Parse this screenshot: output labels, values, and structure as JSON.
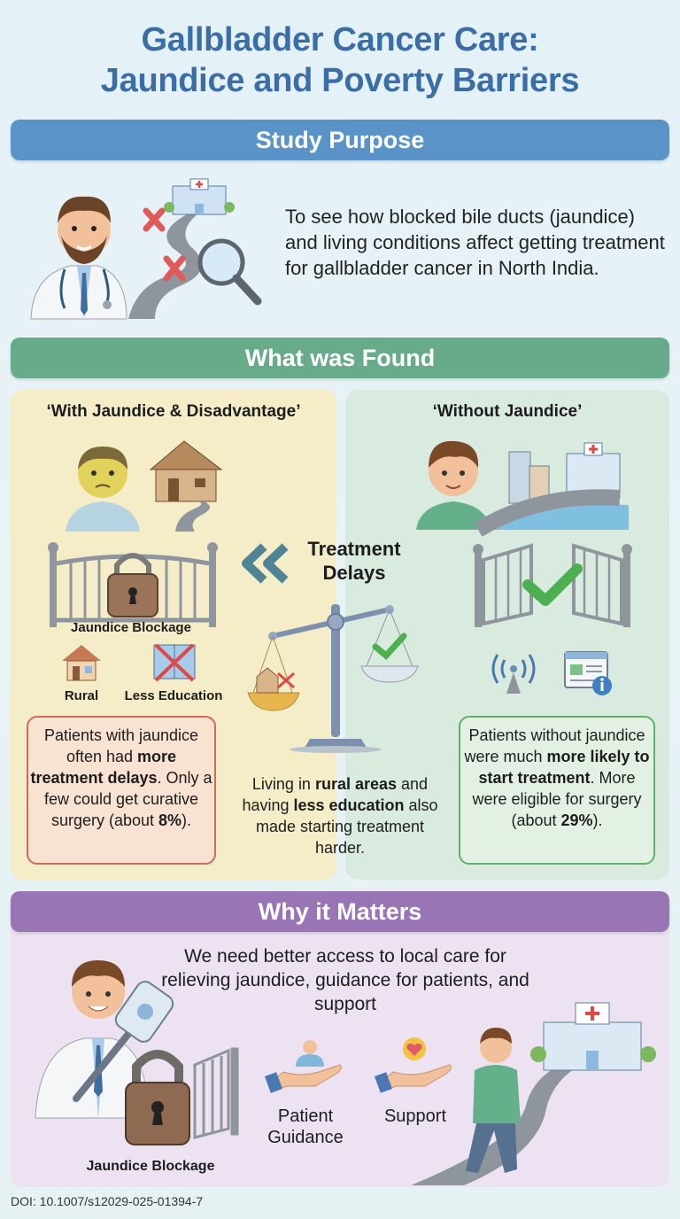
{
  "header": {
    "title_line1": "Gallbladder Cancer Care:",
    "title_line2": "Jaundice and Poverty Barriers"
  },
  "study_purpose": {
    "heading": "Study Purpose",
    "text": "To see how blocked bile ducts (jaundice) and living conditions affect getting treatment for gallbladder cancer in North India.",
    "icons": [
      "doctor-icon",
      "hospital-icon",
      "road-icon",
      "x-mark-icon",
      "magnifying-glass-icon"
    ]
  },
  "found": {
    "heading": "What was Found",
    "left": {
      "title": "‘With Jaundice & Disadvantage’",
      "gate_label": "Jaundice Blockage",
      "factors": [
        "Rural",
        "Less Education"
      ],
      "box": {
        "p1": "Patients with jaundice often had ",
        "b1": "more treatment delays",
        "p2": ". Only a few could get curative surgery (about ",
        "b2": "8%",
        "p3": ")."
      }
    },
    "center": {
      "title_line1": "Treatment",
      "title_line2": "Delays",
      "text": {
        "p1": "Living in ",
        "b1": "rural areas",
        "p2": " and having ",
        "b2": "less education",
        "p3": " also made starting treatment harder."
      }
    },
    "right": {
      "title": "‘Without Jaundice’",
      "box": {
        "p1": "Patients without jaundice were much ",
        "b1": "more likely to start treatment",
        "p2": ". More were eligible for surgery (about ",
        "b2": "29%",
        "p3": ")."
      }
    }
  },
  "why": {
    "heading": "Why it Matters",
    "text": "We need better access to local care for relieving jaundice, guidance for patients, and support",
    "lock_label": "Jaundice Blockage",
    "items": [
      {
        "line1": "Patient",
        "line2": "Guidance"
      },
      {
        "line1": "Support",
        "line2": ""
      }
    ]
  },
  "footer": {
    "doi": "DOI: 10.1007/s12029-025-01394-7"
  },
  "colors": {
    "title": "#3b6ea6",
    "band_blue": "#5a93c8",
    "band_green": "#67ab8a",
    "band_purple": "#9a75b5",
    "left_panel": "#f5ecc8",
    "right_panel": "#d9ebde",
    "red_border": "#d06a5c",
    "green_border": "#5fb06a"
  }
}
